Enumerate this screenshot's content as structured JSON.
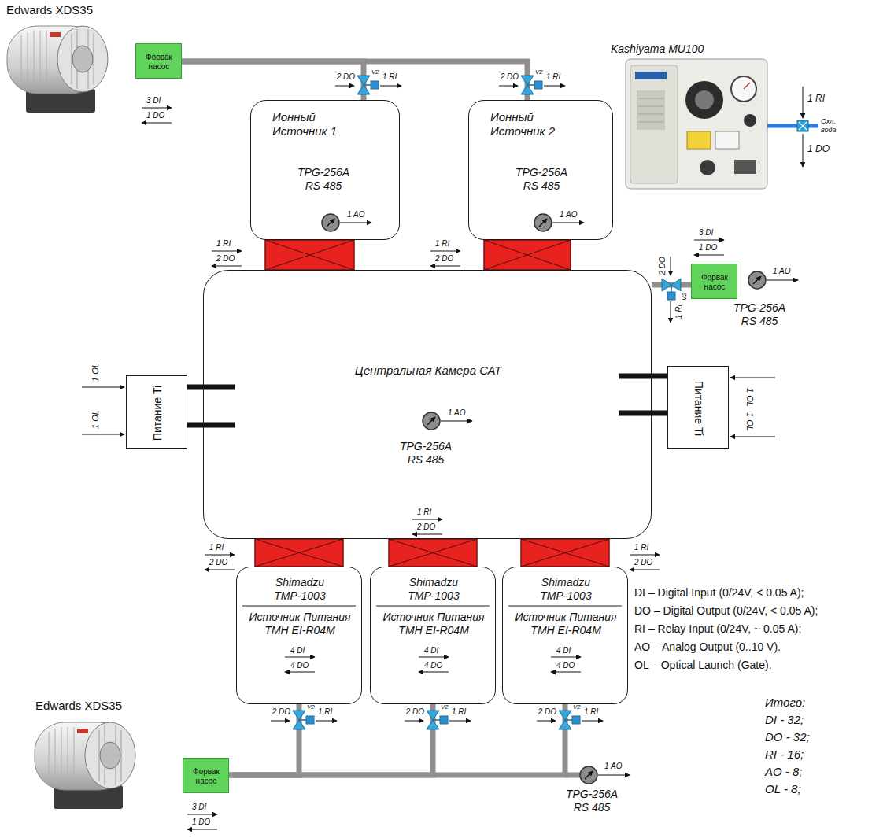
{
  "diagram": {
    "nodes": [
      {
        "text": [
          "Форвак насос"
        ]
      },
      {
        "text": [
          "Ионный Источник 1",
          "TPG-256A RS 485",
          "1 AO"
        ]
      },
      {
        "text": [
          "Ионный Источник 2",
          "TPG-256A RS 485",
          "1 AO"
        ]
      },
      {
        "text": [
          "Форвак насос"
        ]
      },
      {
        "text": [
          "Центральная Камера САТ",
          "1 AO",
          "TPG-256A RS 485"
        ]
      },
      {
        "text": [
          "Питание Ti"
        ]
      },
      {
        "text": [
          "Питание Ti"
        ]
      },
      {
        "text": [
          "Shimadzu TMP-1003",
          "Источник Питания ТМН EI-R04M",
          "4 DI",
          "4 DO"
        ]
      },
      {
        "text": [
          "Shimadzu TMP-1003",
          "Источник Питания ТМН EI-R04M",
          "4 DI",
          "4 DO"
        ]
      },
      {
        "text": [
          "Shimadzu TMP-1003",
          "Источник Питания ТМН EI-R04M",
          "4 DI",
          "4 DO"
        ]
      },
      {
        "text": [
          "Форвак насос"
        ]
      }
    ],
    "edges": [
      {
        "from": 0,
        "to": 1,
        "arrow": "none"
      },
      {
        "from": 0,
        "to": 2,
        "arrow": "none"
      },
      {
        "from": 1,
        "to": 4,
        "arrow": "none"
      },
      {
        "from": 2,
        "to": 4,
        "arrow": "none"
      },
      {
        "from": 3,
        "to": 4,
        "arrow": "none"
      },
      {
        "from": 5,
        "to": 4,
        "arrow": "none"
      },
      {
        "from": 5,
        "to": 4,
        "arrow": "none"
      },
      {
        "from": 6,
        "to": 4,
        "arrow": "none"
      },
      {
        "from": 6,
        "to": 4,
        "arrow": "none"
      },
      {
        "from": 7,
        "to": 4,
        "arrow": "none"
      },
      {
        "from": 8,
        "to": 4,
        "arrow": "none"
      },
      {
        "from": 9,
        "to": 4,
        "arrow": "none"
      },
      {
        "from": 10,
        "to": 7,
        "arrow": "none"
      },
      {
        "from": 10,
        "to": 8,
        "arrow": "none"
      },
      {
        "from": 10,
        "to": 9,
        "arrow": "none"
      }
    ],
    "labels": [
      "Edwards XDS35",
      "3 DI",
      "1 DO",
      "2 DO",
      "V2",
      "1 RI",
      "2 DO",
      "V2",
      "1 RI",
      "Kashiyama MU100",
      "1 RI",
      "Охл. вода",
      "1 DO",
      "1 RI",
      "2 DO",
      "1 RI",
      "2 DO",
      "3 DI",
      "1 DO",
      "2 DO",
      "V2",
      "1 RI",
      "1 AO",
      "TPG-256A RS 485",
      "1 OL",
      "1 OL",
      "1 OL",
      "1 OL",
      "1 RI",
      "2 DO",
      "1 RI",
      "2 DO",
      "1 RI",
      "2 DO",
      "2 DO",
      "V2",
      "1 RI",
      "2 DO",
      "V2",
      "1 RI",
      "2 DO",
      "V2",
      "1 RI",
      "Edwards XDS35",
      "1 AO",
      "TPG-256A RS 485",
      "3 DI",
      "1 DO",
      "DI – Digital Input (0/24V, < 0.05 A);",
      "DO – Digital Output (0/24V, < 0.05 A);",
      "RI – Relay Input (0/24V, ~ 0.05 A);",
      "AO – Analog Output (0..10 V).",
      "OL – Optical Launch (Gate).",
      "Итого:",
      "DI - 32;",
      "DO - 32;",
      "RI - 16;",
      "AO - 8;",
      "OL - 8;"
    ]
  }
}
